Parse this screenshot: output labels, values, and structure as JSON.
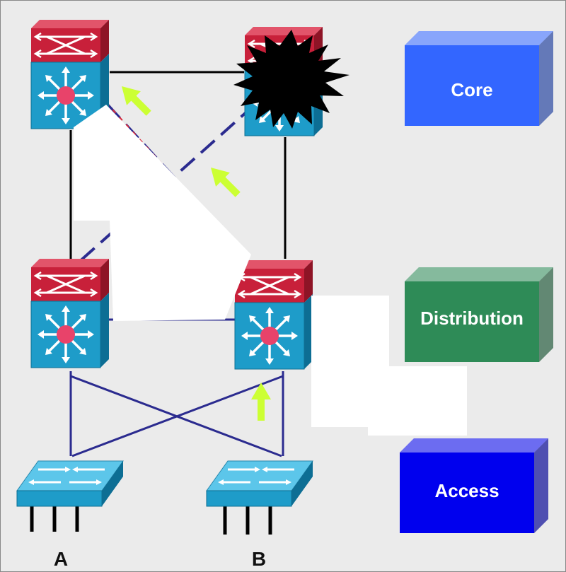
{
  "layers": {
    "core": {
      "label": "Core",
      "color": "#3366FF"
    },
    "distribution": {
      "label": "Distribution",
      "color": "#2E8B57"
    },
    "access": {
      "label": "Access",
      "color": "#0000EE"
    }
  },
  "hosts": {
    "a": {
      "label": "A"
    },
    "b": {
      "label": "B"
    }
  },
  "colors": {
    "background": "#EBEBEB",
    "switch_blue": "#1E9CC9",
    "switch_red": "#C8203A",
    "link_black": "#000000",
    "link_navy": "#2B2B8F",
    "arrow_lime": "#CCFF33",
    "failure": "#000000"
  },
  "icons": {
    "core_left": "layer3-switch-icon",
    "core_right": "layer3-switch-icon",
    "core_right_failure": "failure-burst-icon",
    "dist_left": "layer3-switch-icon",
    "dist_right": "layer3-switch-icon",
    "access_left": "workgroup-switch-icon",
    "access_right": "workgroup-switch-icon",
    "traffic": "traffic-direction-arrow-icon"
  }
}
